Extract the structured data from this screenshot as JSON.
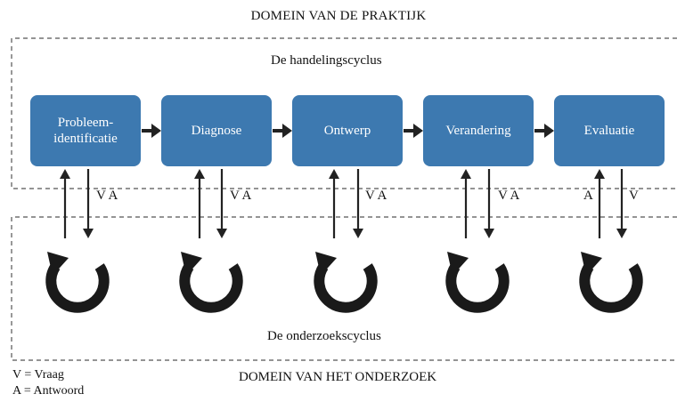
{
  "domain_practice": "DOMEIN VAN DE PRAKTIJK",
  "action_cycle_label": "De handelingscyclus",
  "research_cycle_label": "De onderzoekscyclus",
  "domain_research": "DOMEIN VAN HET ONDERZOEK",
  "legend": {
    "v": "V = Vraag",
    "a": "A = Antwoord"
  },
  "steps": [
    {
      "label": "Probleem-\nidentificatie",
      "arrow_labels": "V A"
    },
    {
      "label": "Diagnose",
      "arrow_labels": "V A"
    },
    {
      "label": "Ontwerp",
      "arrow_labels": "V A"
    },
    {
      "label": "Verandering",
      "arrow_labels": "V A"
    },
    {
      "label": "Evaluatie",
      "arrow_label_left": "A",
      "arrow_label_right": "V"
    }
  ],
  "colors": {
    "box": "#3d79b0",
    "arrow": "#222222",
    "cycle_icon": "#1a1a1a",
    "dashed_border": "#555555"
  }
}
